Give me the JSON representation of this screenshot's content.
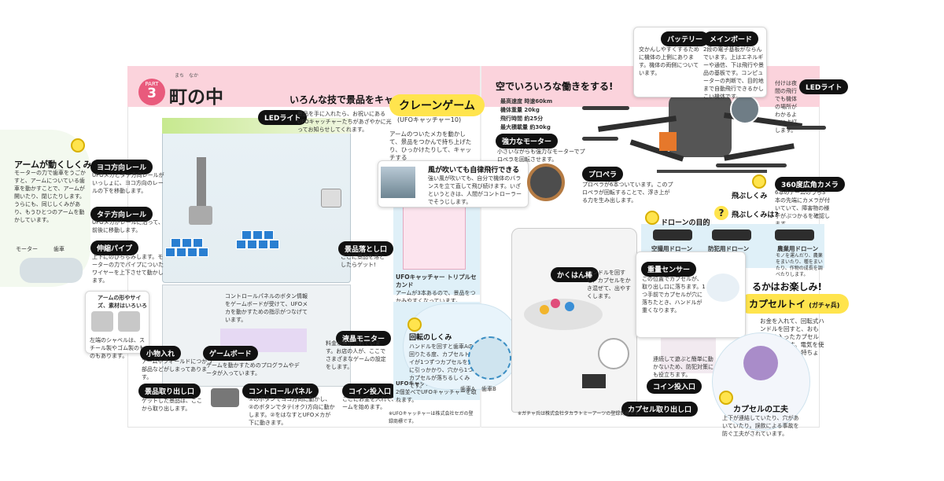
{
  "page": {
    "part_label": "PART",
    "part_number": "3",
    "title": "町の中",
    "title_ruby": "まち　なか"
  },
  "crane": {
    "headline": "いろんな技で景品をキャッチ!",
    "pill": "クレーンゲーム",
    "subtitle": "(UFOキャッチャー10)",
    "intro": "アームのついたメカを動かして、景品をつかんで持ち上げたり、ひっかけたりして、キャッチする",
    "led_label": "LEDライト",
    "led_text": "景品を手に入れたら、お祝いにあるUFOキャッチャーたちがあざやかに光ってお知らせしてくれます。",
    "arm_title": "アームが動くしくみ",
    "arm_text": "モーターの力で歯車をうごかすと、アームについている歯車を動かすことで、アームが開いたり、閉じたりします。うらにも、同じしくみがあり、もうひとつのアームを動かしています。",
    "arm_motor": "モーター",
    "arm_gear": "歯車",
    "yoko_label": "ヨコ方向レール",
    "yoko_text": "UFOメカとタテ方向レールがいっしょに、ヨコ方向のレールの下を移動します。",
    "tate_label": "タテ方向レール",
    "tate_text": "UFOメカがレールに沿って、前後に移動します。",
    "pipe_label": "伸縮パイプ",
    "pipe_text": "上下にのびちぢみします。モーターの力でパイプについたワイヤーを上下させて動かします。",
    "prize_drop_label": "景品落とし口",
    "prize_drop_text": "ここに景品を落としたらゲット!",
    "arm_size_title": "アームの形やサイズ、素材はいろいろ",
    "arm_size_text": "左端のシャベルは、スチール製やゴム製のものもあります。",
    "small_label": "小物入れ",
    "small_text": "アームやフィールドにつかう部品などがしまってあります。",
    "controller_text": "コントロールパネルのボタン情報をゲームボードが受けて、UFOメカを動かすための指示がつなげています。",
    "gameboard_label": "ゲームボード",
    "gameboard_text": "ゲームを動かすためのプログラムやデータが入っています。",
    "lcd_label": "液晶モニター",
    "lcd_text": "料金が表示されています。お店の人が、ここでさまざまなゲームの設定をします。",
    "coin_label": "コイン投入口",
    "coin_text": "ここにお金を入れて、ゲームを始めます。",
    "takeout_label": "景品取り出し口",
    "takeout_text": "ゲットした景品は、ここから取り出します。",
    "panel_label": "コントロールパネル",
    "panel_text": "①のボタンでヨコ方向に動かし、②のボタンでタテ(オク)方向に動かします。②をはなすとUFOメカが下に動きます。",
    "triple_title": "UFOキャッチャー トリプルセカンド",
    "triple_text": "アームが3本あるので、景品をつかみやすくなっています。",
    "ufo_title": "UFOキャッチ",
    "ufo_text": "2個並べでUFOキャッチャーを取れます。",
    "trademark": "※UFOキャッチャーは株式会社セガの登録商標です。"
  },
  "drone": {
    "headline": "空でいろいろな働きをする!",
    "spec_1": "最高速度 時速60km",
    "spec_2": "機体重量 20kg",
    "spec_3": "飛行時間 約25分",
    "spec_4": "最大積載量 約30kg",
    "motor_label": "強力なモーター",
    "motor_text": "小さいながらも強力なモーターでプロペラを回転させます。",
    "wind_title": "風が吹いても自律飛行できる",
    "wind_text": "強い風が吹いても、自分で機体のバランスを立て直して飛び続けます。いざというときは、人間がコントローラーでそうじします。",
    "battery_label": "バッテリー",
    "battery_text": "交かんしやすくするために機体の上側にあります。機体の両側についています。",
    "mainboard_label": "メインボード",
    "mainboard_text": "2段の電子基板がならんでいます。上はエネルギーや通信、下は飛行や景品の基板です。コンピューターの判断で、目的地まで自動飛行できるかしこい機体です。",
    "led_label": "LEDライト",
    "led_text": "付けは夜間の飛行でも機体の場所がわかるように点灯します。",
    "propeller_label": "プロペラ",
    "propeller_text": "プロペラが6本ついています。このプロペラが回転することで、浮き上がる力を生み出します。",
    "camera_label": "360度広角カメラ",
    "camera_text": "6本のアームのうち3本の先端にカメラが付いていて、障害物の様子がぶつかるを確認します。",
    "fly_label": "飛ぶしくみ",
    "fly_q": "飛ぶしくみは?",
    "purpose_title": "ドローンの目的",
    "purpose_1": "空撮用ドローン",
    "purpose_2": "防犯用ドローン",
    "purpose_3": "農業用ドローン",
    "purpose_3_text": "モノを運んだり、農薬をまいたり、種をまいたり、作物の成長を調べたりします。"
  },
  "gacha": {
    "headline": "るかはお楽しみ!",
    "pill": "カプセルトイ",
    "pill_sub": "(ガチャ兵)",
    "intro": "お金を入れて、回転式ハンドルを回すと、おもちゃの入ったカプセルが出てきます。電気を使っていないのも特ちょうです。",
    "kakuhan_label": "かくはん棒",
    "kakuhan_text": "ハンドルを回すと、カプセルをかき混ぜて、出やすくします。",
    "weight_label": "重量センサー",
    "weight_text": "この位置でカプセルが、取り出し口に落ちます。1つ手前でカプセルが穴に落ちたとき、ハンドルが重くなります。",
    "rotate_title": "回転のしくみ",
    "rotate_text": "ハンドルを回すと歯車Aの回りたる度、カプセルトイが1つずつカプセルを穴に引っかかり、穴から1つカプセルが落ちるしくみです。",
    "gear_a": "歯車A",
    "gear_b": "歯車B",
    "coin_label": "コイン投入口",
    "capsule_out_label": "カプセル取り出し口",
    "capsule_title": "カプセルの工夫",
    "capsule_text": "上下が連結していたり、穴があいていたり。誤飲による事故を防ぐ工夫がされています。",
    "trademark": "※ガチャ兵は株式会社タカラトミーアーツの登録商標です。",
    "extra_text": "連続して遊ぶと簡単に動かないため、防犯対策にも役立ちます。"
  },
  "colors": {
    "pink": "#fbd3dc",
    "accent": "#e95a7c",
    "yellow": "#ffe44d",
    "light_blue": "#dff0f8",
    "label_black": "#111111"
  }
}
